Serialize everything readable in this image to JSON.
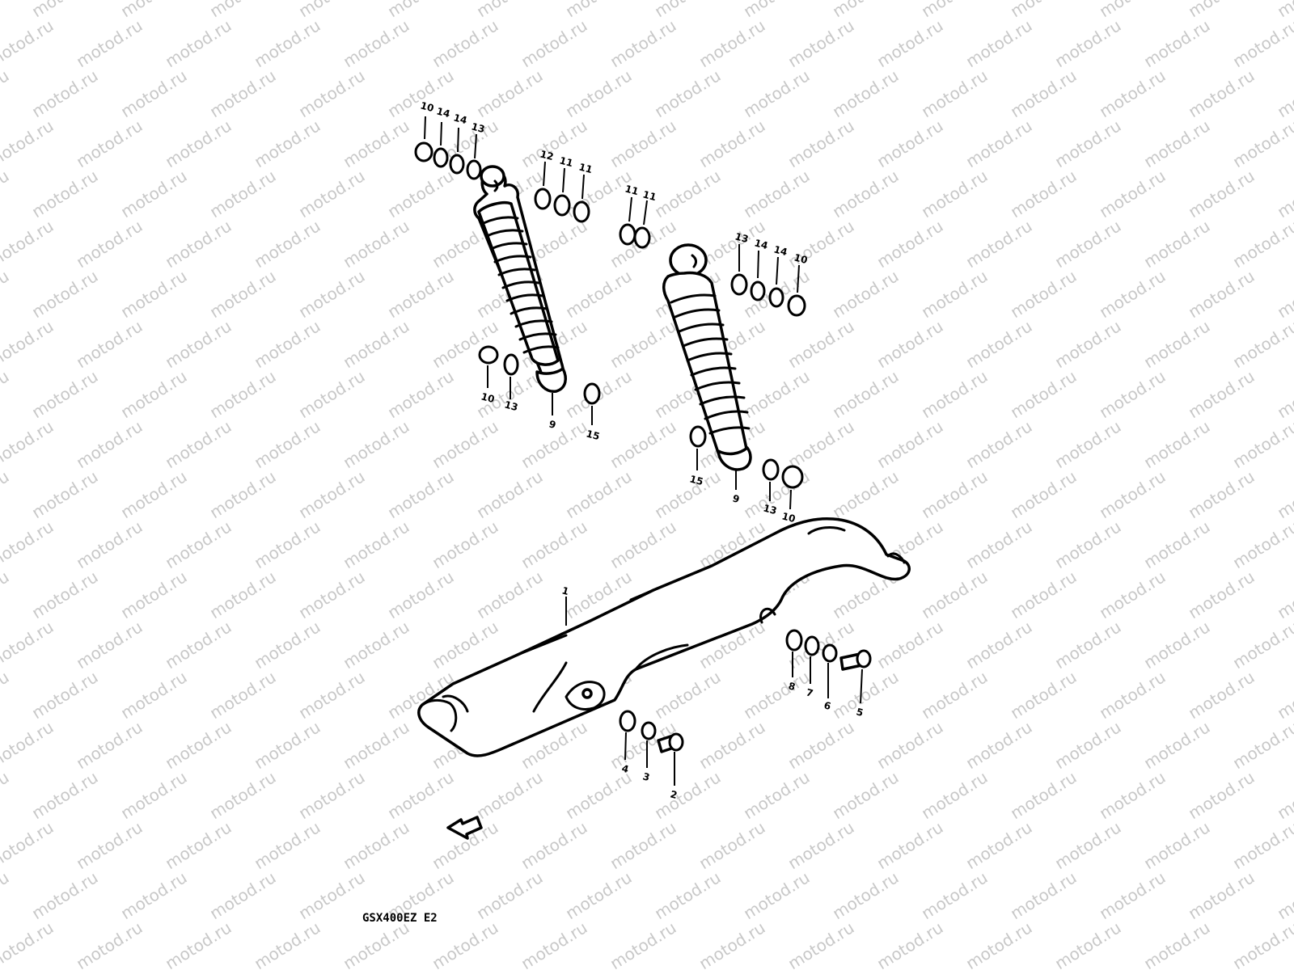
{
  "watermark": "motod.ru",
  "model_code": "GSX400EZ E2",
  "parts": {
    "chain_case": "1",
    "bolt_front": "2",
    "washer_front_3": "3",
    "washer_front_4": "4",
    "bolt_rear": "5",
    "washer_rear_6": "6",
    "washer_rear_7": "7",
    "washer_rear_8": "8",
    "shock_absorber": "9",
    "nut": "10",
    "washer_11": "11",
    "washer_12": "12",
    "washer_13": "13",
    "washer_14": "14",
    "washer_15": "15"
  },
  "callouts": [
    {
      "id": "c1",
      "label": "10"
    },
    {
      "id": "c2",
      "label": "14"
    },
    {
      "id": "c3",
      "label": "14"
    },
    {
      "id": "c4",
      "label": "13"
    },
    {
      "id": "c5",
      "label": "12"
    },
    {
      "id": "c6",
      "label": "11"
    },
    {
      "id": "c7",
      "label": "11"
    },
    {
      "id": "c8",
      "label": "11"
    },
    {
      "id": "c9",
      "label": "11"
    },
    {
      "id": "c10",
      "label": "13"
    },
    {
      "id": "c11",
      "label": "14"
    },
    {
      "id": "c12",
      "label": "14"
    },
    {
      "id": "c13",
      "label": "10"
    },
    {
      "id": "c14",
      "label": "10"
    },
    {
      "id": "c15",
      "label": "13"
    },
    {
      "id": "c16",
      "label": "9"
    },
    {
      "id": "c17",
      "label": "15"
    },
    {
      "id": "c18",
      "label": "15"
    },
    {
      "id": "c19",
      "label": "9"
    },
    {
      "id": "c20",
      "label": "13"
    },
    {
      "id": "c21",
      "label": "10"
    },
    {
      "id": "c22",
      "label": "1"
    },
    {
      "id": "c23",
      "label": "8"
    },
    {
      "id": "c24",
      "label": "7"
    },
    {
      "id": "c25",
      "label": "6"
    },
    {
      "id": "c26",
      "label": "5"
    },
    {
      "id": "c27",
      "label": "4"
    },
    {
      "id": "c28",
      "label": "3"
    },
    {
      "id": "c29",
      "label": "2"
    }
  ],
  "colors": {
    "background": "#ffffff",
    "ink": "#000000",
    "watermark": "#c8c8c8"
  }
}
